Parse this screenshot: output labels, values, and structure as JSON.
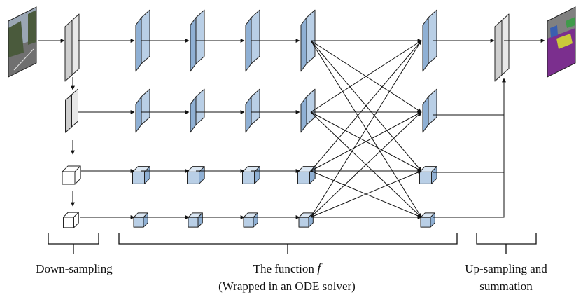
{
  "labels": {
    "downsampling": "Down-sampling",
    "function_prefix": "The function ",
    "function_symbol": "f",
    "solver": "(Wrapped in an ODE solver)",
    "upsampling_1": "Up-sampling and",
    "upsampling_2": "summation"
  },
  "colors": {
    "blue_face": "#b9cfe6",
    "blue_side": "#8fb0d4",
    "blue_top": "#dbe7f3",
    "gray_face": "#e8e8e8",
    "gray_side": "#cfcfcf",
    "white_face": "#ffffff",
    "stroke": "#222222",
    "input_sky": "#9aa6b4",
    "input_road": "#707070",
    "input_tree": "#4a5a3c",
    "seg_purple": "#7b2f8e",
    "seg_yellow": "#c9c93a",
    "seg_green": "#3f9a4a",
    "seg_gray": "#808080",
    "seg_blue": "#3a5fb0"
  },
  "icons": {
    "input": "street-photo-icon",
    "output": "segmentation-map-icon"
  }
}
